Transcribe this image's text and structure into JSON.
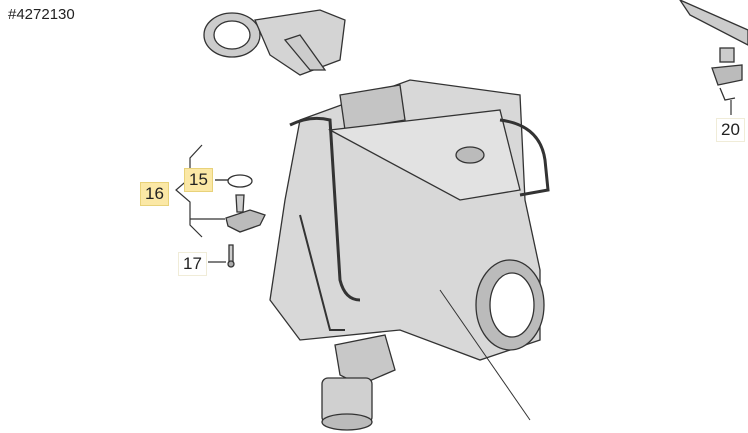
{
  "part_id": "#4272130",
  "callouts": [
    {
      "label": "15",
      "highlighted": true
    },
    {
      "label": "16",
      "highlighted": true
    },
    {
      "label": "17",
      "highlighted": false
    },
    {
      "label": "20",
      "highlighted": false
    }
  ],
  "colors": {
    "highlight": "#fbe8a6",
    "line": "#333333",
    "part_fill": "#cfcfcf"
  }
}
